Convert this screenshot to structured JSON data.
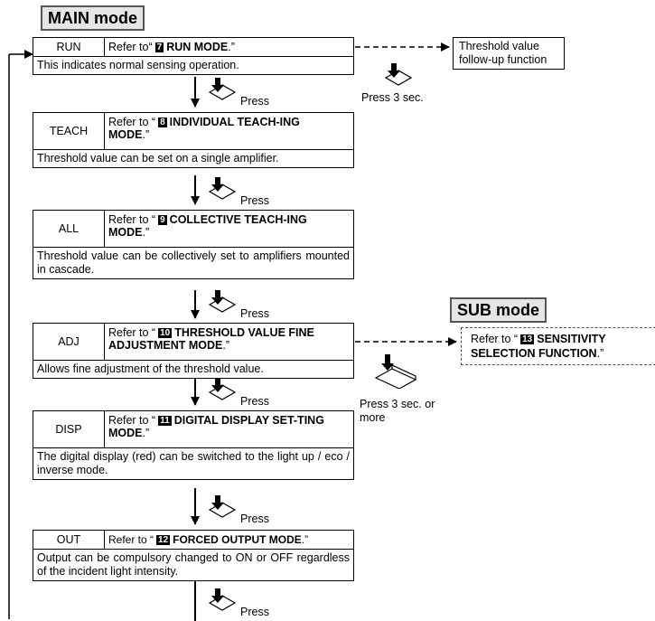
{
  "main_title": "MAIN mode",
  "sub_title": "SUB mode",
  "modes": [
    {
      "label": "RUN",
      "ref_pre": "Refer to“",
      "num": "7",
      "ref_bold": "RUN MODE",
      "ref_post": ".”",
      "desc": "This indicates normal sensing operation."
    },
    {
      "label": "TEACH",
      "ref_pre": "Refer to “",
      "num": "8",
      "ref_bold": "INDIVIDUAL TEACH-ING MODE",
      "ref_post": ".”",
      "desc": "Threshold value can be set on a single amplifier."
    },
    {
      "label": "ALL",
      "ref_pre": "Refer to “",
      "num": "9",
      "ref_bold": "COLLECTIVE TEACH-ING MODE",
      "ref_post": ".”",
      "desc": "Threshold value can be collectively set to amplifiers mounted in cascade."
    },
    {
      "label": "ADJ",
      "ref_pre": "Refer to “",
      "num": "10",
      "ref_bold": "THRESHOLD VALUE FINE ADJUSTMENT MODE",
      "ref_post": ".”",
      "desc": "Allows fine adjustment of the threshold value."
    },
    {
      "label": "DISP",
      "ref_pre": "Refer to “",
      "num": "11",
      "ref_bold": "DIGITAL DISPLAY SET-TING MODE",
      "ref_post": ".”",
      "desc": "The digital display (red) can be switched to the light up / eco / inverse mode."
    },
    {
      "label": "OUT",
      "ref_pre": "Refer to “",
      "num": "12",
      "ref_bold": "FORCED OUTPUT MODE",
      "ref_post": ".”",
      "desc": "Output can be compulsory changed to ON or OFF regardless of the incident light intensity."
    }
  ],
  "press_label": "Press",
  "threshold_follow": "Threshold value follow-up function",
  "press3_a": "Press 3 sec.",
  "press3_b": "Press 3 sec. or more",
  "sub_ref": {
    "pre": "Refer to “",
    "num": "13",
    "bold": "SENSITIVITY SELECTION FUNCTION",
    "post": ".”"
  }
}
